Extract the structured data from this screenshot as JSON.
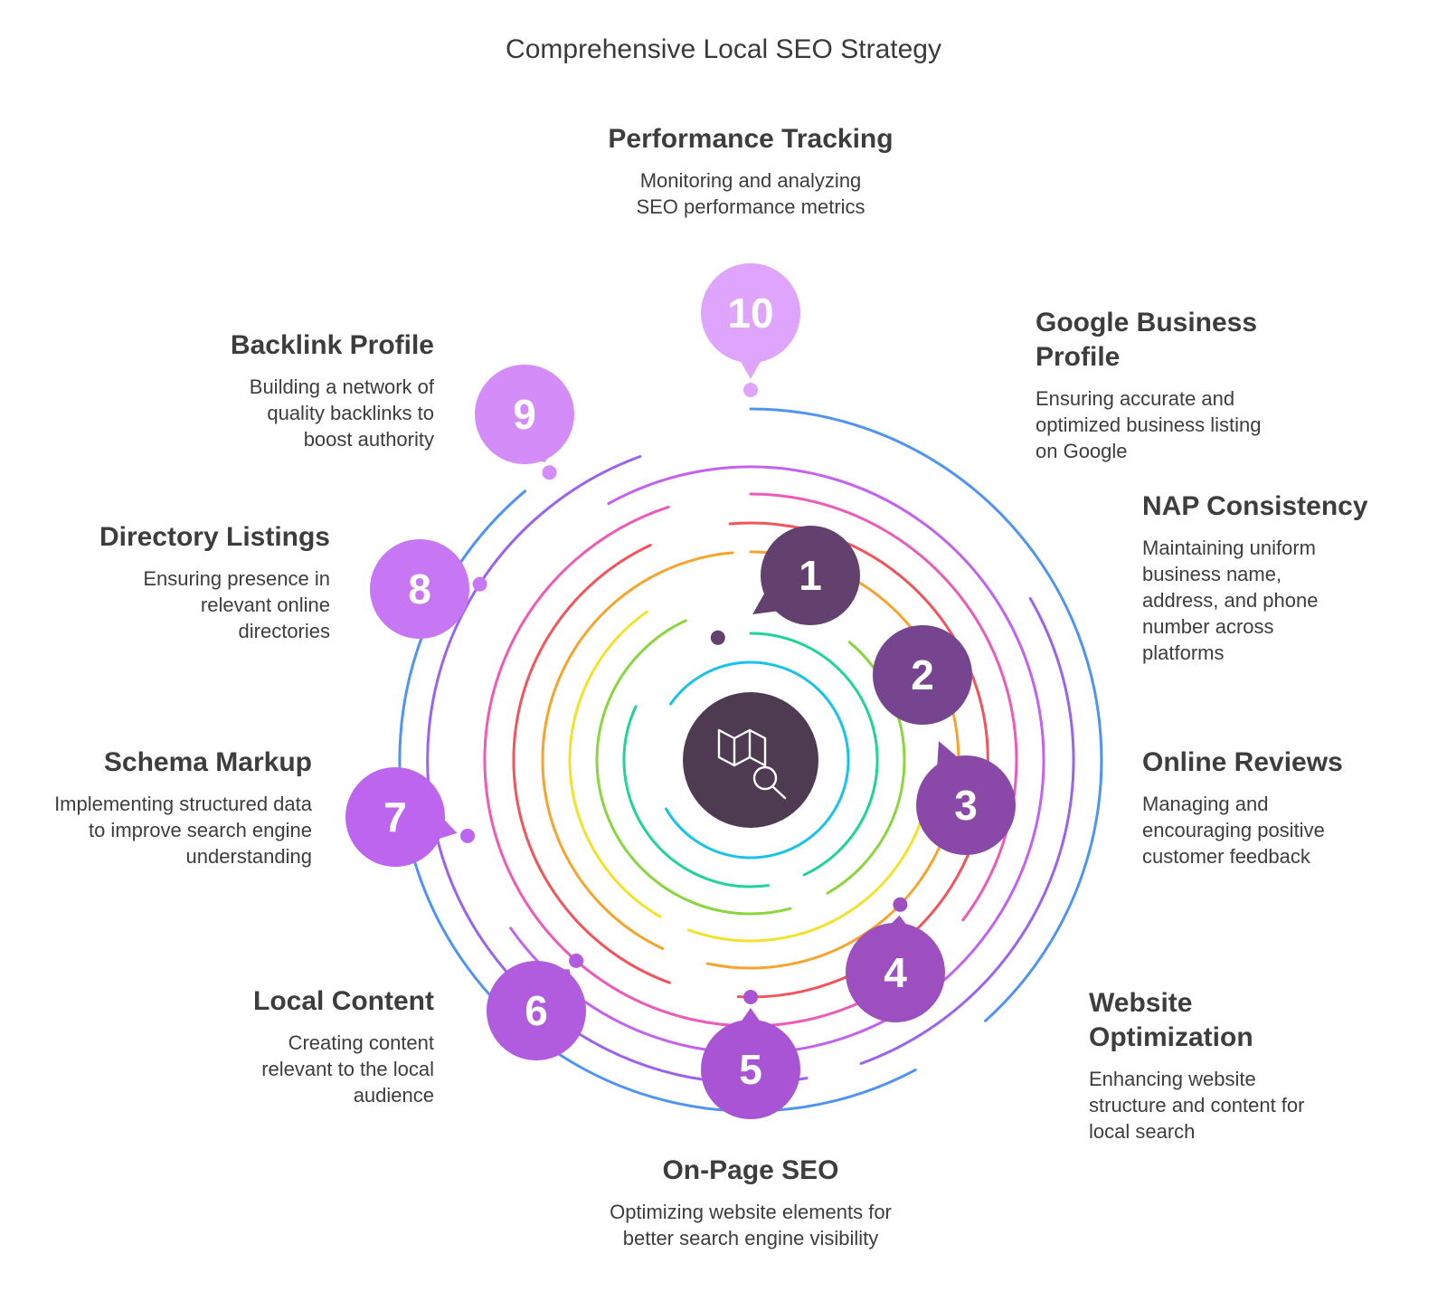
{
  "title": "Comprehensive Local SEO Strategy",
  "steps": [
    {
      "num": "1",
      "title": "Google Business Profile",
      "desc": "Ensuring accurate and optimized business listing on Google",
      "color": "#62416e"
    },
    {
      "num": "2",
      "title": "NAP Consistency",
      "desc": "Maintaining uniform business name, address, and phone number across platforms",
      "color": "#77458f"
    },
    {
      "num": "3",
      "title": "Online Reviews",
      "desc": "Managing and encouraging positive customer feedback",
      "color": "#8a48a9"
    },
    {
      "num": "4",
      "title": "Website Optimization",
      "desc": "Enhancing website structure and content for local search",
      "color": "#9d4fc0"
    },
    {
      "num": "5",
      "title": "On-Page SEO",
      "desc": "Optimizing website elements for better search engine visibility",
      "color": "#a854d4"
    },
    {
      "num": "6",
      "title": "Local Content",
      "desc": "Creating content relevant to the local audience",
      "color": "#b15bdf"
    },
    {
      "num": "7",
      "title": "Schema Markup",
      "desc": "Implementing structured data to improve search engine understanding",
      "color": "#bd65ee"
    },
    {
      "num": "8",
      "title": "Directory Listings",
      "desc": "Ensuring presence in relevant online directories",
      "color": "#c777f3"
    },
    {
      "num": "9",
      "title": "Backlink Profile",
      "desc": "Building a network of quality backlinks to boost authority",
      "color": "#d38cf8"
    },
    {
      "num": "10",
      "title": "Performance Tracking",
      "desc": "Monitoring and analyzing SEO performance metrics",
      "color": "#dfa4fb"
    }
  ],
  "center_icon": "map-search-icon",
  "center_color": "#4e3b52",
  "ring_colors": [
    "#19c3e8",
    "#1fd39a",
    "#8bd63f",
    "#f2e22b",
    "#f7a42d",
    "#f2545b",
    "#ee5ab8",
    "#c462f0",
    "#9a63ee",
    "#4f94f2"
  ]
}
